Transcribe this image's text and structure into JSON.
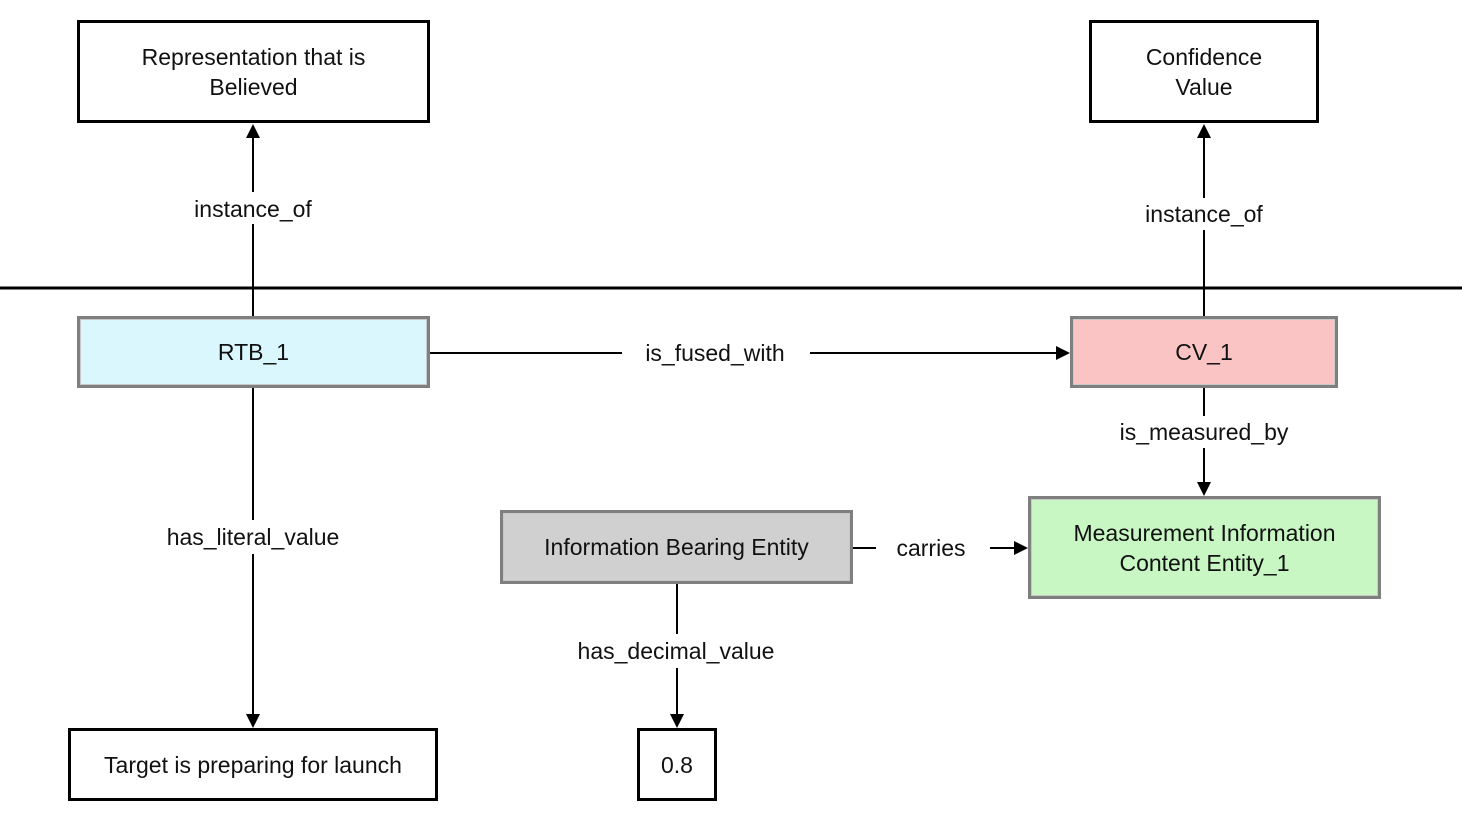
{
  "nodes": {
    "rtb_class": {
      "label": "Representation that is\nBelieved"
    },
    "cv_class": {
      "label": "Confidence\nValue"
    },
    "rtb_1": {
      "label": "RTB_1",
      "fill": "#d9f7fd"
    },
    "cv_1": {
      "label": "CV_1",
      "fill": "#fbc4c4"
    },
    "ibe": {
      "label": "Information Bearing Entity",
      "fill": "#d0d0d0"
    },
    "mice_1": {
      "label": "Measurement Information\nContent Entity_1",
      "fill": "#c8f7c4"
    },
    "target": {
      "label": "Target is preparing for launch"
    },
    "decimal": {
      "label": "0.8"
    }
  },
  "edges": {
    "rtb_instance_of": "instance_of",
    "cv_instance_of": "instance_of",
    "is_fused_with": "is_fused_with",
    "is_measured_by": "is_measured_by",
    "has_literal_value": "has_literal_value",
    "carries": "carries",
    "has_decimal_value": "has_decimal_value"
  },
  "colors": {
    "line": "#000000",
    "class_border": "#000000",
    "instance_border": "#7f7f7f"
  }
}
